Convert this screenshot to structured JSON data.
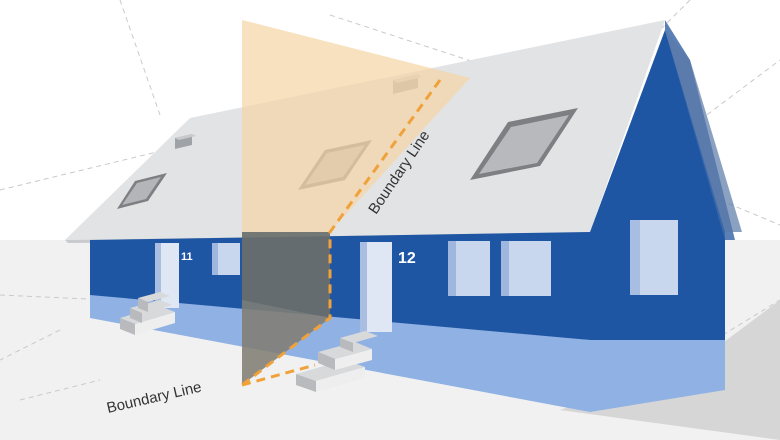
{
  "labels": {
    "boundary_line_roof": "Boundary Line",
    "boundary_line_ground": "Boundary Line"
  },
  "house_numbers": {
    "left": "11",
    "right": "12"
  },
  "colors": {
    "facade_blue": "#1f56a3",
    "plinth_light_blue": "#8fb1e4",
    "roof_grey": "#e2e3e5",
    "boundary_plane_orange": "#f5d6a6",
    "boundary_dash": "#f0a13a",
    "ground": "#f1f1f1"
  }
}
